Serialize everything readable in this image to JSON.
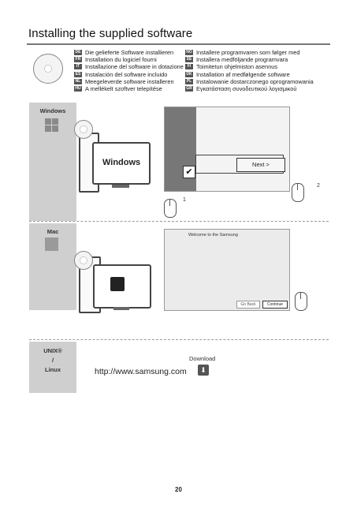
{
  "title": "Installing the supplied software",
  "languages_left": [
    {
      "code": "DE",
      "text": "Die gelieferte Software installieren"
    },
    {
      "code": "FR",
      "text": "Installation du logiciel fourni"
    },
    {
      "code": "IT",
      "text": "Installazione del software in dotazione"
    },
    {
      "code": "ES",
      "text": "Instalación del software incluido"
    },
    {
      "code": "NL",
      "text": "Meegeleverde software installeren"
    },
    {
      "code": "HU",
      "text": "A mellékelt szoftver telepítése"
    }
  ],
  "languages_right": [
    {
      "code": "NO",
      "text": "Installere programvaren som følger med"
    },
    {
      "code": "SE",
      "text": "Installera medföljande programvara"
    },
    {
      "code": "FI",
      "text": "Toimitetun ohjelmiston asennus"
    },
    {
      "code": "DK",
      "text": "Installation af medfølgende software"
    },
    {
      "code": "PL",
      "text": "Instalowanie dostarczonego oprogramowania"
    },
    {
      "code": "GR",
      "text": "Εγκατάσταση συνοδευτικού λογισμικού"
    }
  ],
  "windows": {
    "label": "Windows",
    "screen_text": "Windows",
    "next_button": "Next >",
    "step1": "1",
    "step2": "2"
  },
  "mac": {
    "label": "Mac",
    "dialog_title": "Welcome to the Samsung",
    "go_back": "Go Back",
    "continue": "Continue"
  },
  "unix": {
    "label_line1": "UNIX®",
    "label_line2": "/",
    "label_line3": "Linux",
    "download": "Download",
    "url": "http://www.samsung.com"
  },
  "page_number": "20"
}
